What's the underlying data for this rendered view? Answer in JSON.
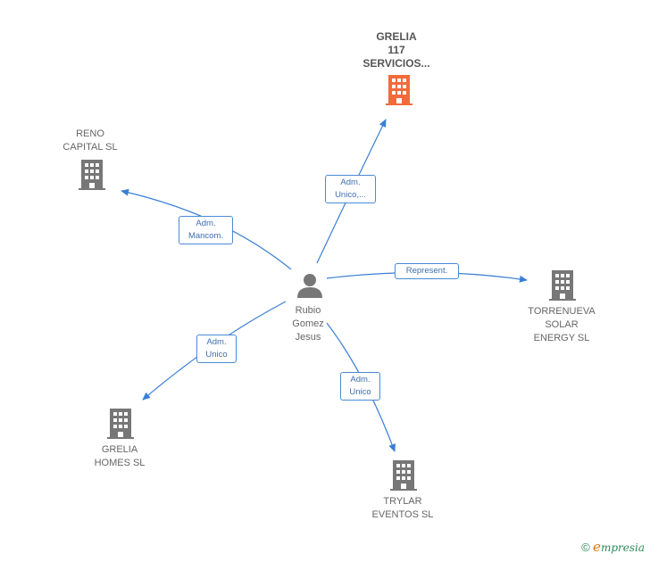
{
  "diagram": {
    "center": {
      "name_lines": [
        "Rubio",
        "Gomez",
        "Jesus"
      ]
    },
    "companies": {
      "grelia117": {
        "name_lines": [
          "GRELIA",
          "117",
          "SERVICIOS..."
        ],
        "color": "#f26b3a",
        "main": true
      },
      "reno": {
        "name_lines": [
          "RENO",
          "CAPITAL  SL"
        ],
        "color": "#777777"
      },
      "torrenueva": {
        "name_lines": [
          "TORRENUEVA",
          "SOLAR",
          "ENERGY  SL"
        ],
        "color": "#777777"
      },
      "greliahomes": {
        "name_lines": [
          "GRELIA",
          "HOMES  SL"
        ],
        "color": "#777777"
      },
      "trylar": {
        "name_lines": [
          "TRYLAR",
          "EVENTOS  SL"
        ],
        "color": "#777777"
      }
    },
    "relations": {
      "grelia117": {
        "label_lines": [
          "Adm.",
          "Unico,..."
        ]
      },
      "reno": {
        "label_lines": [
          "Adm.",
          "Mancom."
        ]
      },
      "torrenueva": {
        "label_lines": [
          "Represent."
        ]
      },
      "greliahomes": {
        "label_lines": [
          "Adm.",
          "Unico"
        ]
      },
      "trylar": {
        "label_lines": [
          "Adm.",
          "Unico"
        ]
      }
    },
    "edge_color": "#3a7fd5",
    "person_color": "#777777"
  },
  "watermark": {
    "copyright": "©",
    "brand_first": "e",
    "brand_rest": "mpresia"
  }
}
